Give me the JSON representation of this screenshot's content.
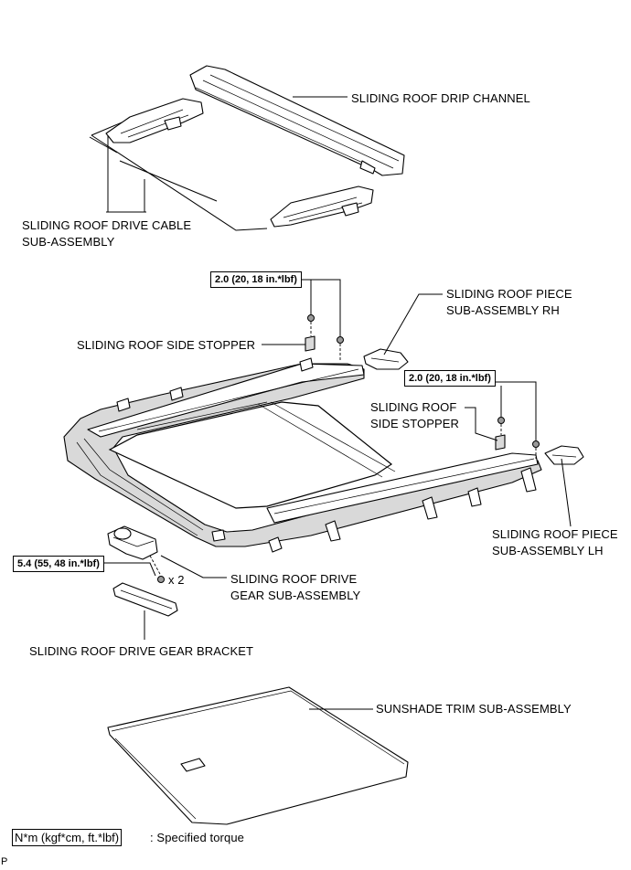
{
  "labels": {
    "drip_channel": "SLIDING ROOF DRIP CHANNEL",
    "drive_cable_line1": "SLIDING ROOF DRIVE CABLE",
    "drive_cable_line2": "SUB-ASSEMBLY",
    "side_stopper_top": "SLIDING ROOF SIDE STOPPER",
    "piece_rh_line1": "SLIDING ROOF PIECE",
    "piece_rh_line2": "SUB-ASSEMBLY RH",
    "side_stopper_right_line1": "SLIDING ROOF",
    "side_stopper_right_line2": "SIDE STOPPER",
    "piece_lh_line1": "SLIDING ROOF PIECE",
    "piece_lh_line2": "SUB-ASSEMBLY LH",
    "drive_gear_line1": "SLIDING ROOF DRIVE",
    "drive_gear_line2": "GEAR SUB-ASSEMBLY",
    "drive_gear_bracket": "SLIDING ROOF DRIVE GEAR BRACKET",
    "sunshade": "SUNSHADE TRIM SUB-ASSEMBLY",
    "quantity": "x 2"
  },
  "torque": {
    "top": "2.0 (20, 18 in.*lbf)",
    "right": "2.0 (20, 18 in.*lbf)",
    "left": "5.4 (55, 48 in.*lbf)"
  },
  "legend": {
    "unit_box": "N*m (kgf*cm, ft.*lbf)",
    "description": ": Specified torque"
  },
  "corner_mark": "P"
}
